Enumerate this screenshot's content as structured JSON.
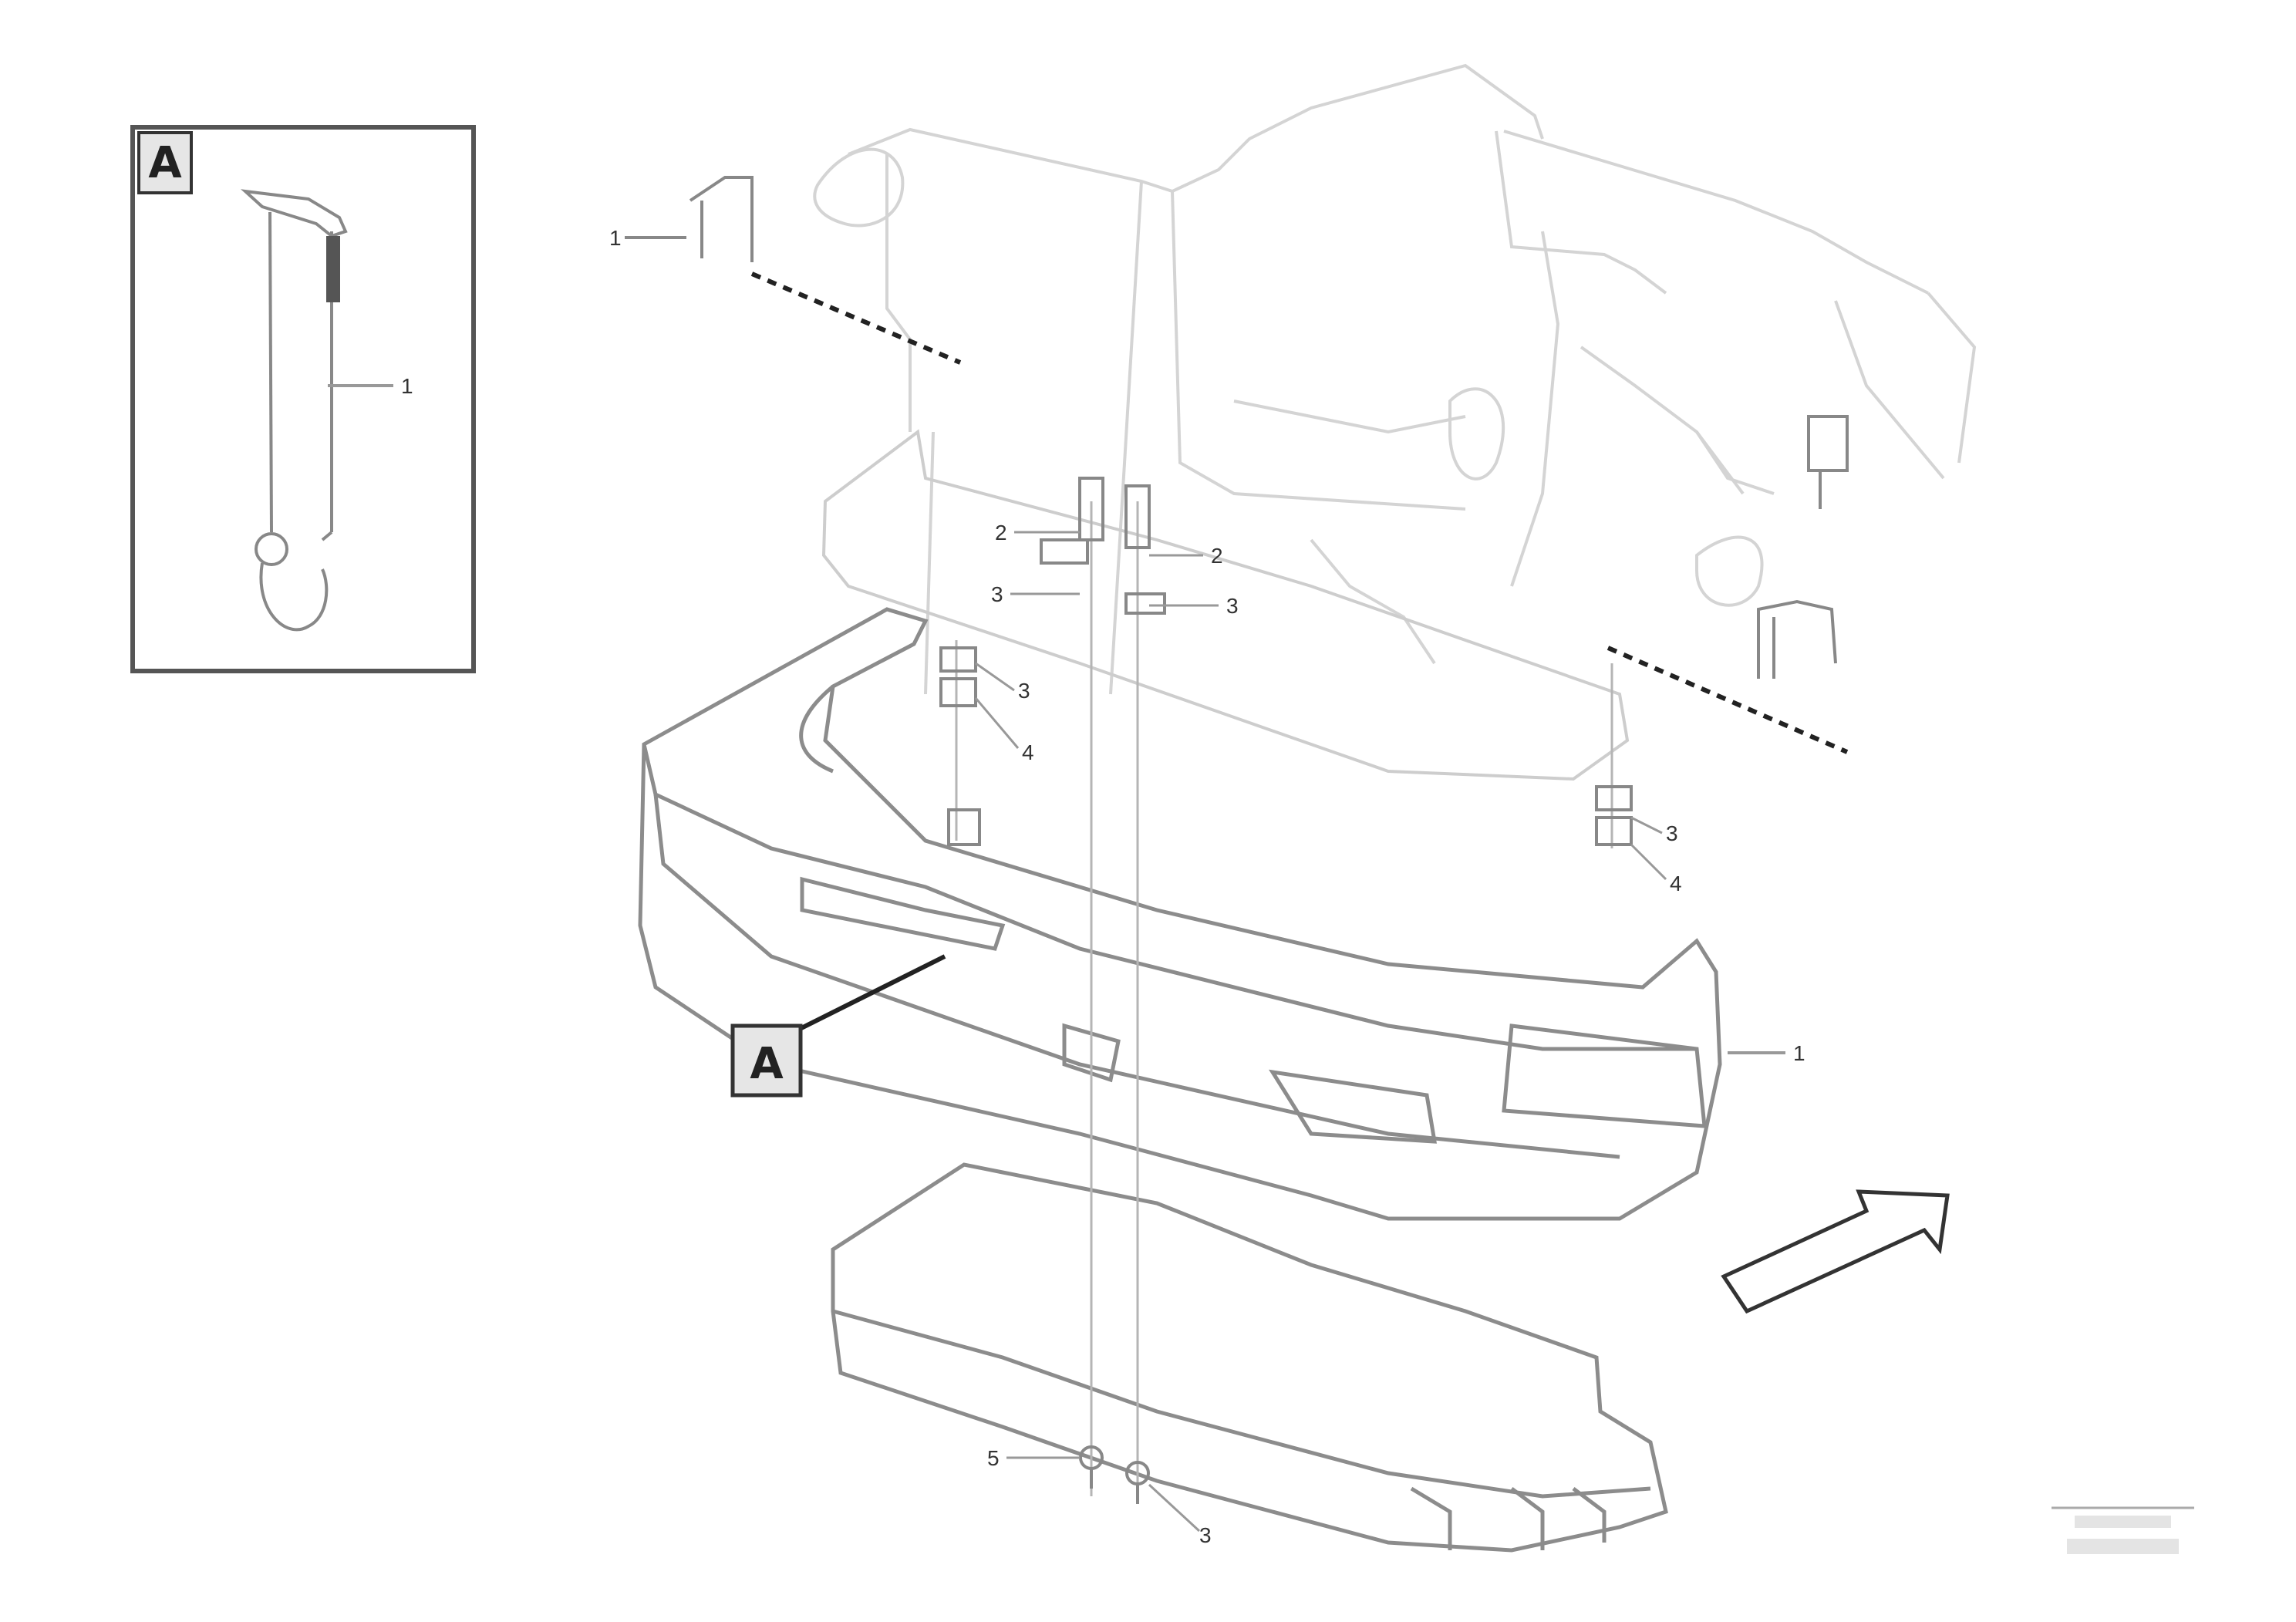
{
  "inset": {
    "view_letter": "A",
    "callout": "1"
  },
  "detail_tag": {
    "letter": "A"
  },
  "callouts": {
    "bracket_left": "1",
    "bolt_left_upper": "2",
    "bolt_right_upper": "2",
    "washer_left": "3",
    "washer_right": "3",
    "spacer_upper_a": "3",
    "spacer_upper_b": "4",
    "spacer_right_a": "3",
    "spacer_right_b": "4",
    "counterweight": "1",
    "bolt_bottom_left": "5",
    "bolt_bottom_right": "3"
  },
  "drawing_reference": [
    "",
    ""
  ],
  "icons": [
    "direction-arrow-icon",
    "view-marker-icon"
  ],
  "colors": {
    "line": "#9a9a9a",
    "dark": "#222222",
    "light_line": "#cfcfcf",
    "box_fill": "#e6e6e6"
  }
}
